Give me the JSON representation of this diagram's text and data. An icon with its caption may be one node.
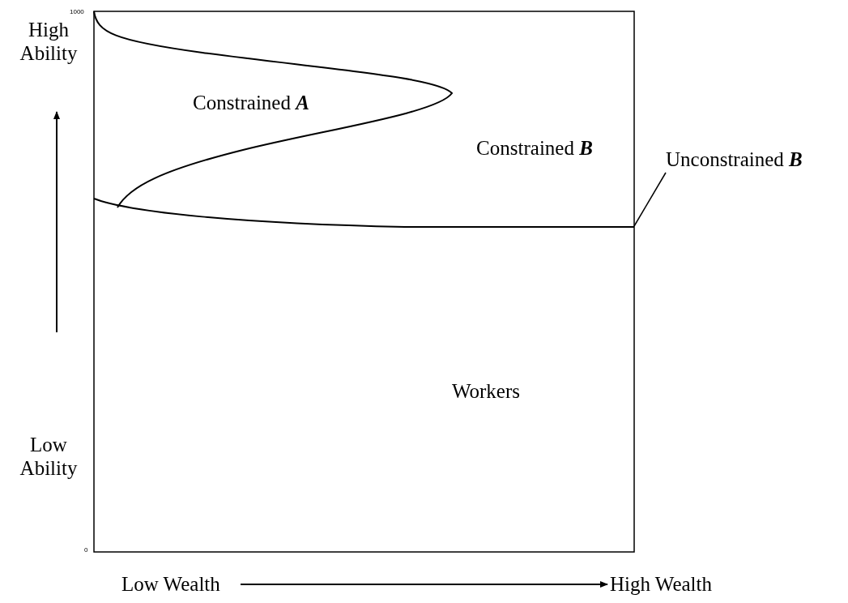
{
  "diagram": {
    "nodes": [
      {
        "text": [
          "Unconstrained **B**"
        ]
      },
      {
        "text": [],
        "shape": "curve"
      }
    ],
    "edges": [
      {
        "from": 0,
        "to": 1,
        "arrow": "none"
      }
    ],
    "labels": [
      "1000",
      "High Ability",
      "Constrained **A**",
      "Constrained **B**",
      "Workers",
      "Low Ability",
      "0",
      "Low Wealth",
      "High Wealth"
    ]
  }
}
